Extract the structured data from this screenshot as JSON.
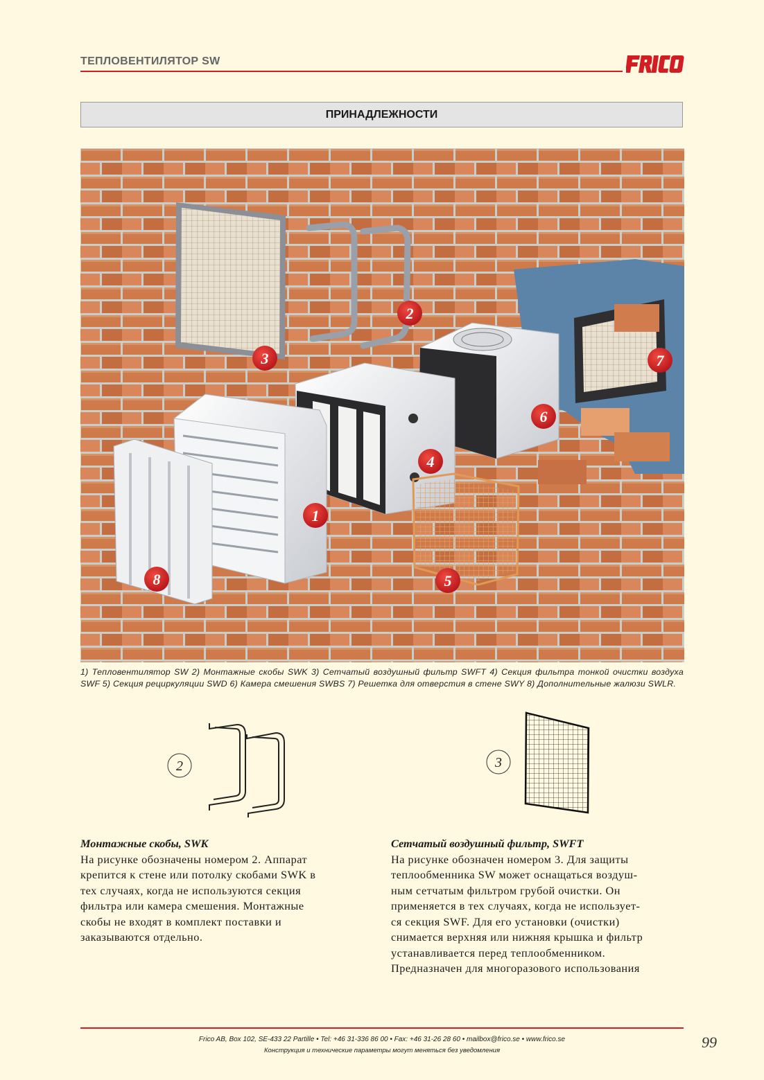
{
  "header": {
    "title": "ТЕПЛОВЕНТИЛЯТОР SW",
    "logo_text": "FRICO",
    "logo_color": "#d21d23"
  },
  "section": {
    "title": "ПРИНАДЛЕЖНОСТИ"
  },
  "illustration": {
    "callouts": [
      "1",
      "2",
      "3",
      "4",
      "5",
      "6",
      "7",
      "8"
    ],
    "badge_color": "#d21d23"
  },
  "caption": "1) Тепловентилятор SW 2) Монтажные скобы SWK 3) Сетчатый воздушный фильтр SWFT 4) Секция фильтра тонкой очистки воздуха SWF 5) Секция рециркуляции SWD 6) Камера смешения SWBS 7) Решетка для отверстия в стене SWY 8) Дополнительные жалюзи SWLR.",
  "figures": {
    "fig2_label": "2",
    "fig3_label": "3"
  },
  "left_column": {
    "heading": "Монтажные скобы, SWK",
    "body": "На рисунке обозначены номером 2. Аппарат\nкрепится к стене или потолку скобами SWK в\nтех случаях, когда не используются секция\nфильтра или камера смешения. Монтажные\nскобы не входят в комплект поставки и\nзаказываются отдельно."
  },
  "right_column": {
    "heading": "Сетчатый воздушный фильтр, SWFT",
    "body": "На рисунке обозначен номером 3. Для защиты\nтеплообменника SW может оснащаться воздуш-\nным сетчатым фильтром грубой очистки. Он\nприменяется в тех случаях, когда не использует-\nся секция SWF. Для его установки (очистки)\nснимается верхняя или нижняя крышка и фильтр\nустанавливается перед теплообменником.\nПредназначен для многоразового использования"
  },
  "footer": {
    "contact": "Frico AB, Box 102, SE-433 22 Partille • Tel: +46 31-336 86 00 • Fax: +46 31-26 28 60 • mailbox@frico.se • www.frico.se",
    "disclaimer": "Конструкция и технические параметры могут меняться без уведомления",
    "page_number": "99"
  }
}
